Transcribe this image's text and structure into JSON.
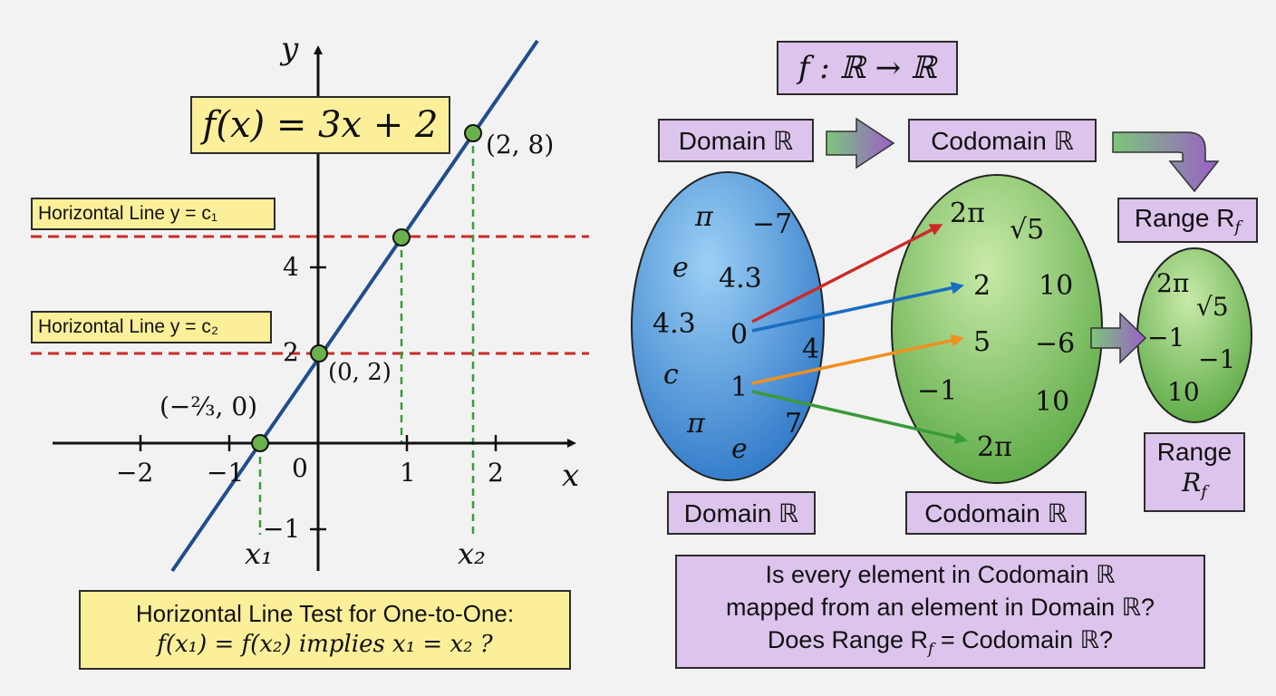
{
  "left": {
    "formula_box": "f(x) = 3x + 2",
    "hline1_label": "Horizontal Line y = c₁",
    "hline2_label": "Horizontal Line y = c₂",
    "point_28": "(2, 8)",
    "point_02": "(0, 2)",
    "point_root": "(−⅔, 0)",
    "axis_x_label": "x",
    "axis_y_label": "y",
    "x_ticks": [
      "−2",
      "−1",
      "0",
      "1",
      "2"
    ],
    "y_ticks": [
      "4",
      "2",
      "−1"
    ],
    "x1_label": "x₁",
    "x2_label": "x₂",
    "test_line1": "Horizontal Line Test for One-to-One:",
    "test_line2": "f(x₁) = f(x₂) implies x₁ = x₂ ?"
  },
  "right": {
    "mapping_title": "f : ℝ → ℝ",
    "domain_top_label": "Domain ℝ",
    "codomain_top_label": "Codomain ℝ",
    "range_top_label": "Range R",
    "range_top_sub": "f",
    "domain_bottom_label": "Domain ℝ",
    "codomain_bottom_label": "Codomain ℝ",
    "range_bottom_line1": "Range",
    "range_bottom_line2": "R",
    "range_bottom_sub": "f",
    "domain_elements": [
      "π",
      "−7",
      "e",
      "4.3",
      "4.3",
      "0",
      "4",
      "c",
      "1",
      "π",
      "7",
      "e"
    ],
    "codomain_elements": [
      "2π",
      "√5",
      "2",
      "10",
      "5",
      "−6",
      "−1",
      "10",
      "2π"
    ],
    "range_elements": [
      "2π",
      "√5",
      "−1",
      "−1",
      "10"
    ],
    "question_line1": "Is every element in Codomain ℝ",
    "question_line2": "mapped from an element in Domain ℝ?",
    "question_line3": "Does Range R",
    "question_sub": "f",
    "question_line3_end": " = Codomain ℝ?"
  },
  "colors": {
    "line": "#1f4e8c",
    "hline": "#cc2a2a",
    "vline": "#3a9a3a",
    "point_fill": "#6ab04c",
    "domain_fill": "#5aa0e0",
    "codomain_fill": "#8cc870",
    "arrow_red": "#cc2a2a",
    "arrow_blue": "#1a6ec0",
    "arrow_orange": "#f0901e",
    "arrow_green": "#3a9a3a"
  }
}
